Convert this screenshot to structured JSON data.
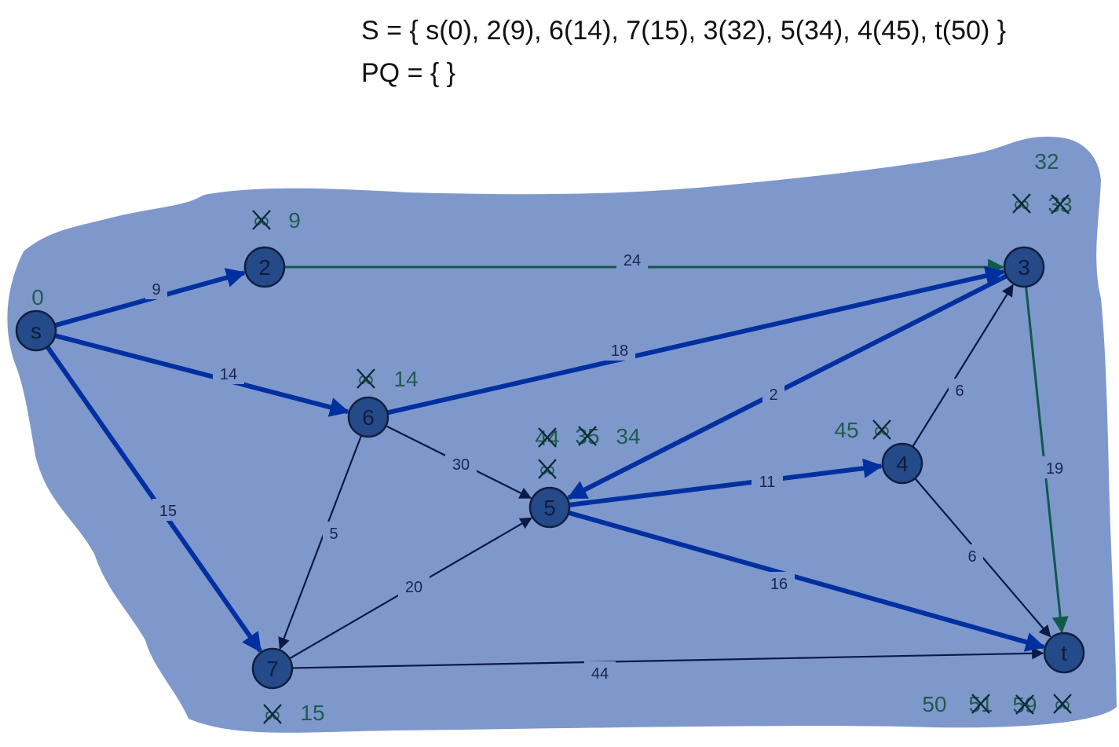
{
  "header": {
    "s_line": "S = { s(0), 2(9), 6(14), 7(15), 3(32), 5(34), 4(45), t(50) }",
    "pq_line": "PQ = { }"
  },
  "colors": {
    "region": "#7f98cc",
    "node_fill": "#244a8a",
    "node_stroke": "#0f1f3d",
    "tree_edge": "#0030a0",
    "plain_edge": "#0b1a45",
    "green_edge": "#0f5a4a",
    "dist_text": "#1f5c50"
  },
  "nodes": [
    {
      "id": "s",
      "label": "s"
    },
    {
      "id": "2",
      "label": "2"
    },
    {
      "id": "3",
      "label": "3"
    },
    {
      "id": "4",
      "label": "4"
    },
    {
      "id": "5",
      "label": "5"
    },
    {
      "id": "6",
      "label": "6"
    },
    {
      "id": "7",
      "label": "7"
    },
    {
      "id": "t",
      "label": "t"
    }
  ],
  "edges": [
    {
      "from": "s",
      "to": "2",
      "weight": "9",
      "style": "tree"
    },
    {
      "from": "s",
      "to": "6",
      "weight": "14",
      "style": "tree"
    },
    {
      "from": "s",
      "to": "7",
      "weight": "15",
      "style": "tree"
    },
    {
      "from": "2",
      "to": "3",
      "weight": "24",
      "style": "green"
    },
    {
      "from": "6",
      "to": "3",
      "weight": "18",
      "style": "tree"
    },
    {
      "from": "6",
      "to": "5",
      "weight": "30",
      "style": "plain"
    },
    {
      "from": "6",
      "to": "7",
      "weight": "5",
      "style": "plain"
    },
    {
      "from": "7",
      "to": "5",
      "weight": "20",
      "style": "plain"
    },
    {
      "from": "7",
      "to": "t",
      "weight": "44",
      "style": "plain"
    },
    {
      "from": "3",
      "to": "5",
      "weight": "2",
      "style": "tree"
    },
    {
      "from": "3",
      "to": "t",
      "weight": "19",
      "style": "green"
    },
    {
      "from": "5",
      "to": "4",
      "weight": "11",
      "style": "tree"
    },
    {
      "from": "5",
      "to": "t",
      "weight": "16",
      "style": "tree"
    },
    {
      "from": "4",
      "to": "3",
      "weight": "6",
      "style": "plain"
    },
    {
      "from": "4",
      "to": "t",
      "weight": "6",
      "style": "plain"
    }
  ],
  "distances": {
    "s": {
      "final": "0"
    },
    "2": {
      "crossed": [
        "∞"
      ],
      "final": "9"
    },
    "3": {
      "crossed": [
        "∞",
        "33"
      ],
      "final": "32"
    },
    "4": {
      "crossed": [
        "∞"
      ],
      "final": "45"
    },
    "5": {
      "crossed": [
        "∞",
        "44",
        "35"
      ],
      "final": "34"
    },
    "6": {
      "crossed": [
        "∞"
      ],
      "final": "14"
    },
    "7": {
      "crossed": [
        "∞"
      ],
      "final": "15"
    },
    "t": {
      "crossed": [
        "∞",
        "59",
        "51"
      ],
      "final": "50"
    }
  }
}
